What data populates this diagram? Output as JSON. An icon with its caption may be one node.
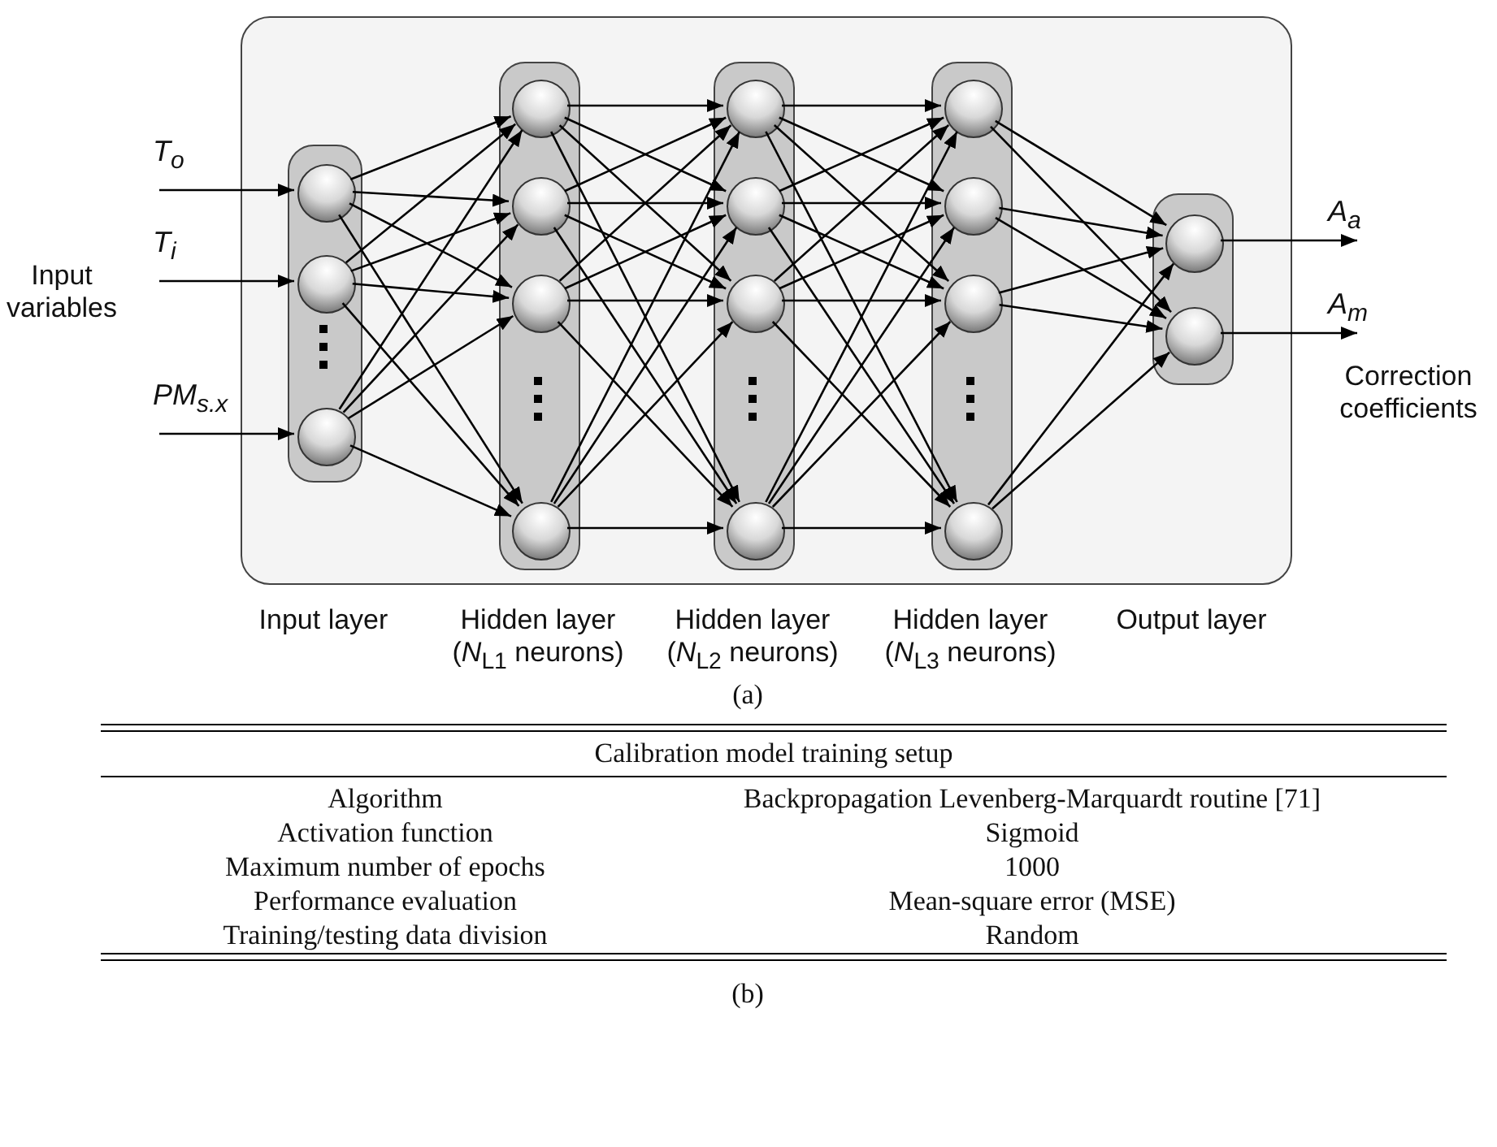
{
  "diagram": {
    "nodes": [
      {
        "text": [],
        "shape": "box"
      },
      {
        "text": [],
        "shape": "box",
        "in": 0
      },
      {
        "text": [],
        "shape": "circle",
        "in": 1
      },
      {
        "text": [],
        "shape": "circle",
        "in": 1
      },
      {
        "text": [],
        "shape": "circle",
        "in": 1
      },
      {
        "text": [],
        "shape": "box",
        "in": 0
      },
      {
        "text": [],
        "shape": "circle",
        "in": 5
      },
      {
        "text": [],
        "shape": "circle",
        "in": 5
      },
      {
        "text": [],
        "shape": "circle",
        "in": 5
      },
      {
        "text": [],
        "shape": "circle",
        "in": 5
      },
      {
        "text": [],
        "shape": "box",
        "in": 0
      },
      {
        "text": [],
        "shape": "circle",
        "in": 10
      },
      {
        "text": [],
        "shape": "circle",
        "in": 10
      },
      {
        "text": [],
        "shape": "circle",
        "in": 10
      },
      {
        "text": [],
        "shape": "circle",
        "in": 10
      },
      {
        "text": [],
        "shape": "box",
        "in": 0
      },
      {
        "text": [],
        "shape": "circle",
        "in": 15
      },
      {
        "text": [],
        "shape": "circle",
        "in": 15
      },
      {
        "text": [],
        "shape": "circle",
        "in": 15
      },
      {
        "text": [],
        "shape": "circle",
        "in": 15
      },
      {
        "text": [],
        "shape": "box",
        "in": 0
      },
      {
        "text": [],
        "shape": "circle",
        "in": 20
      },
      {
        "text": [],
        "shape": "circle",
        "in": 20
      }
    ],
    "edges": [
      {
        "from": null,
        "to": 2,
        "arrow": "to",
        "label": "T$_{o}$"
      },
      {
        "from": null,
        "to": 3,
        "arrow": "to",
        "label": "T$_{i}$"
      },
      {
        "from": null,
        "to": 4,
        "arrow": "to",
        "label": "PM$_{s.x}$"
      },
      {
        "from": 2,
        "to": 6,
        "arrow": "to"
      },
      {
        "from": 2,
        "to": 7,
        "arrow": "to"
      },
      {
        "from": 2,
        "to": 8,
        "arrow": "to"
      },
      {
        "from": 2,
        "to": 9,
        "arrow": "to"
      },
      {
        "from": 3,
        "to": 6,
        "arrow": "to"
      },
      {
        "from": 3,
        "to": 7,
        "arrow": "to"
      },
      {
        "from": 3,
        "to": 8,
        "arrow": "to"
      },
      {
        "from": 3,
        "to": 9,
        "arrow": "to"
      },
      {
        "from": 4,
        "to": 6,
        "arrow": "to"
      },
      {
        "from": 4,
        "to": 7,
        "arrow": "to"
      },
      {
        "from": 4,
        "to": 8,
        "arrow": "to"
      },
      {
        "from": 4,
        "to": 9,
        "arrow": "to"
      },
      {
        "from": 6,
        "to": 11,
        "arrow": "to"
      },
      {
        "from": 6,
        "to": 12,
        "arrow": "to"
      },
      {
        "from": 6,
        "to": 13,
        "arrow": "to"
      },
      {
        "from": 6,
        "to": 14,
        "arrow": "to"
      },
      {
        "from": 7,
        "to": 11,
        "arrow": "to"
      },
      {
        "from": 7,
        "to": 12,
        "arrow": "to"
      },
      {
        "from": 7,
        "to": 13,
        "arrow": "to"
      },
      {
        "from": 7,
        "to": 14,
        "arrow": "to"
      },
      {
        "from": 8,
        "to": 11,
        "arrow": "to"
      },
      {
        "from": 8,
        "to": 12,
        "arrow": "to"
      },
      {
        "from": 8,
        "to": 13,
        "arrow": "to"
      },
      {
        "from": 8,
        "to": 14,
        "arrow": "to"
      },
      {
        "from": 9,
        "to": 11,
        "arrow": "to"
      },
      {
        "from": 9,
        "to": 12,
        "arrow": "to"
      },
      {
        "from": 9,
        "to": 13,
        "arrow": "to"
      },
      {
        "from": 9,
        "to": 14,
        "arrow": "to"
      },
      {
        "from": 11,
        "to": 16,
        "arrow": "to"
      },
      {
        "from": 11,
        "to": 17,
        "arrow": "to"
      },
      {
        "from": 11,
        "to": 18,
        "arrow": "to"
      },
      {
        "from": 11,
        "to": 19,
        "arrow": "to"
      },
      {
        "from": 12,
        "to": 16,
        "arrow": "to"
      },
      {
        "from": 12,
        "to": 17,
        "arrow": "to"
      },
      {
        "from": 12,
        "to": 18,
        "arrow": "to"
      },
      {
        "from": 12,
        "to": 19,
        "arrow": "to"
      },
      {
        "from": 13,
        "to": 16,
        "arrow": "to"
      },
      {
        "from": 13,
        "to": 17,
        "arrow": "to"
      },
      {
        "from": 13,
        "to": 18,
        "arrow": "to"
      },
      {
        "from": 13,
        "to": 19,
        "arrow": "to"
      },
      {
        "from": 14,
        "to": 16,
        "arrow": "to"
      },
      {
        "from": 14,
        "to": 17,
        "arrow": "to"
      },
      {
        "from": 14,
        "to": 18,
        "arrow": "to"
      },
      {
        "from": 14,
        "to": 19,
        "arrow": "to"
      },
      {
        "from": 16,
        "to": 21,
        "arrow": "to"
      },
      {
        "from": 16,
        "to": 22,
        "arrow": "to"
      },
      {
        "from": 17,
        "to": 21,
        "arrow": "to"
      },
      {
        "from": 17,
        "to": 22,
        "arrow": "to"
      },
      {
        "from": 18,
        "to": 21,
        "arrow": "to"
      },
      {
        "from": 18,
        "to": 22,
        "arrow": "to"
      },
      {
        "from": 19,
        "to": 21,
        "arrow": "to"
      },
      {
        "from": 19,
        "to": 22,
        "arrow": "to"
      },
      {
        "from": 21,
        "to": null,
        "arrow": "to",
        "label": "A$_{a}$"
      },
      {
        "from": 22,
        "to": null,
        "arrow": "to",
        "label": "A$_{m}$"
      }
    ],
    "labels": [
      "Input variables",
      "Correction coefficients",
      "Input layer",
      "Hidden layer (*N*$_{L1}$ neurons)",
      "Hidden layer (*N*$_{L2}$ neurons)",
      "Hidden layer (*N*$_{L3}$ neurons)",
      "Output layer",
      "(a)",
      "Calibration model training setup",
      "Algorithm",
      "Backpropagation Levenberg-Marquardt routine [71]",
      "Activation function",
      "Sigmoid",
      "Maximum number of epochs",
      "1000",
      "Performance evaluation",
      "Mean-square error (MSE)",
      "Training/testing data division",
      "Random",
      "(b)"
    ]
  }
}
